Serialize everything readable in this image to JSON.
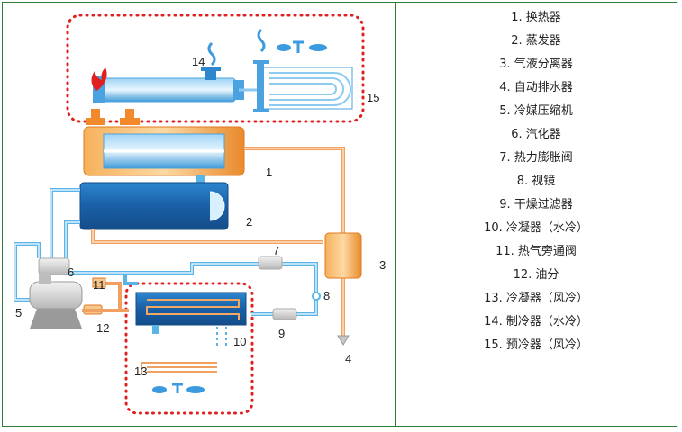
{
  "diagram": {
    "callouts": [
      "1",
      "2",
      "3",
      "4",
      "5",
      "6",
      "7",
      "8",
      "9",
      "10",
      "11",
      "12",
      "13",
      "14",
      "15"
    ]
  },
  "legend": {
    "items": [
      "1. 换热器",
      "2. 蒸发器",
      "3. 气液分离器",
      "4. 自动排水器",
      "5. 冷媒压缩机",
      "6. 汽化器",
      "7. 热力膨胀阀",
      "8. 视镜",
      "9. 干燥过滤器",
      "10. 冷凝器（水冷）",
      "11. 热气旁通阀",
      "12. 油分",
      "13. 冷凝器（风冷）",
      "14. 制冷器（水冷）",
      "15. 预冷器（风冷）"
    ]
  },
  "colors": {
    "frame": "#2e7d32",
    "pipe_blue": "#5ab4e5",
    "pipe_orange": "#f0a060",
    "vessel_dark_blue": "#1f6fb8",
    "dotted_red": "#e02020",
    "flame": "#e02020"
  }
}
